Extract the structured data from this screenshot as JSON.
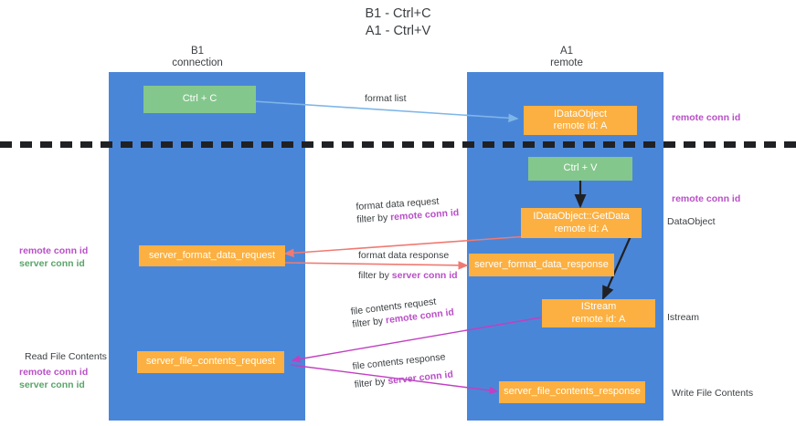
{
  "title": {
    "line1": "B1 - Ctrl+C",
    "line2": "A1 - Ctrl+V"
  },
  "columns": [
    {
      "name": "B1",
      "sub": "connection"
    },
    {
      "name": "A1",
      "sub": "remote"
    }
  ],
  "colors": {
    "lane": "#4a86d8",
    "green_box": "#84c78c",
    "orange_box": "#fbb041",
    "remote_conn_id": "#b94fc7",
    "server_conn_id_green": "#5aa469",
    "arrow_blue": "#7eb6e8",
    "arrow_red": "#f07a72",
    "arrow_black": "#202124",
    "arrow_magenta": "#c13fc1",
    "text": "#3c4043"
  },
  "boxes": {
    "ctrl_c": {
      "line1": "Ctrl + C",
      "line2": ""
    },
    "idataobject": {
      "line1": "IDataObject",
      "line2": "remote id: A"
    },
    "ctrl_v": {
      "line1": "Ctrl + V",
      "line2": ""
    },
    "getdata": {
      "line1": "IDataObject::GetData",
      "line2": "remote id: A"
    },
    "format_request": {
      "line1": "server_format_data_request",
      "line2": ""
    },
    "format_response": {
      "line1": "server_format_data_response",
      "line2": ""
    },
    "istream": {
      "line1": "IStream",
      "line2": "remote id: A"
    },
    "file_request": {
      "line1": "server_file_contents_request",
      "line2": ""
    },
    "file_response": {
      "line1": "server_file_contents_response",
      "line2": ""
    }
  },
  "edge_labels": {
    "format_list": "format list",
    "format_data_request": "format data request",
    "format_data_request_filter_pre": "filter by ",
    "format_data_request_filter_key": "remote conn id",
    "format_data_response": "format data response",
    "format_data_response_filter_pre": "filter by ",
    "format_data_response_filter_key": "server conn id",
    "file_contents_request": "file contents request",
    "file_contents_request_filter_pre": "filter by ",
    "file_contents_request_filter_key": "remote conn id",
    "file_contents_response": "file contents response",
    "file_contents_response_filter_pre": "filter by ",
    "file_contents_response_filter_key": "server conn id"
  },
  "side_notes": {
    "right_remote_top": "remote conn id",
    "right_remote_mid": "remote conn id",
    "right_dataobject": "DataObject",
    "right_istream": "Istream",
    "right_write_file": "Write File Contents",
    "left_remote_conn_id": "remote conn id",
    "left_server_conn_id": "server conn id",
    "left_read_file": "Read File Contents",
    "left_remote_conn_id_2": "remote conn id",
    "left_server_conn_id_2": "server conn id"
  }
}
